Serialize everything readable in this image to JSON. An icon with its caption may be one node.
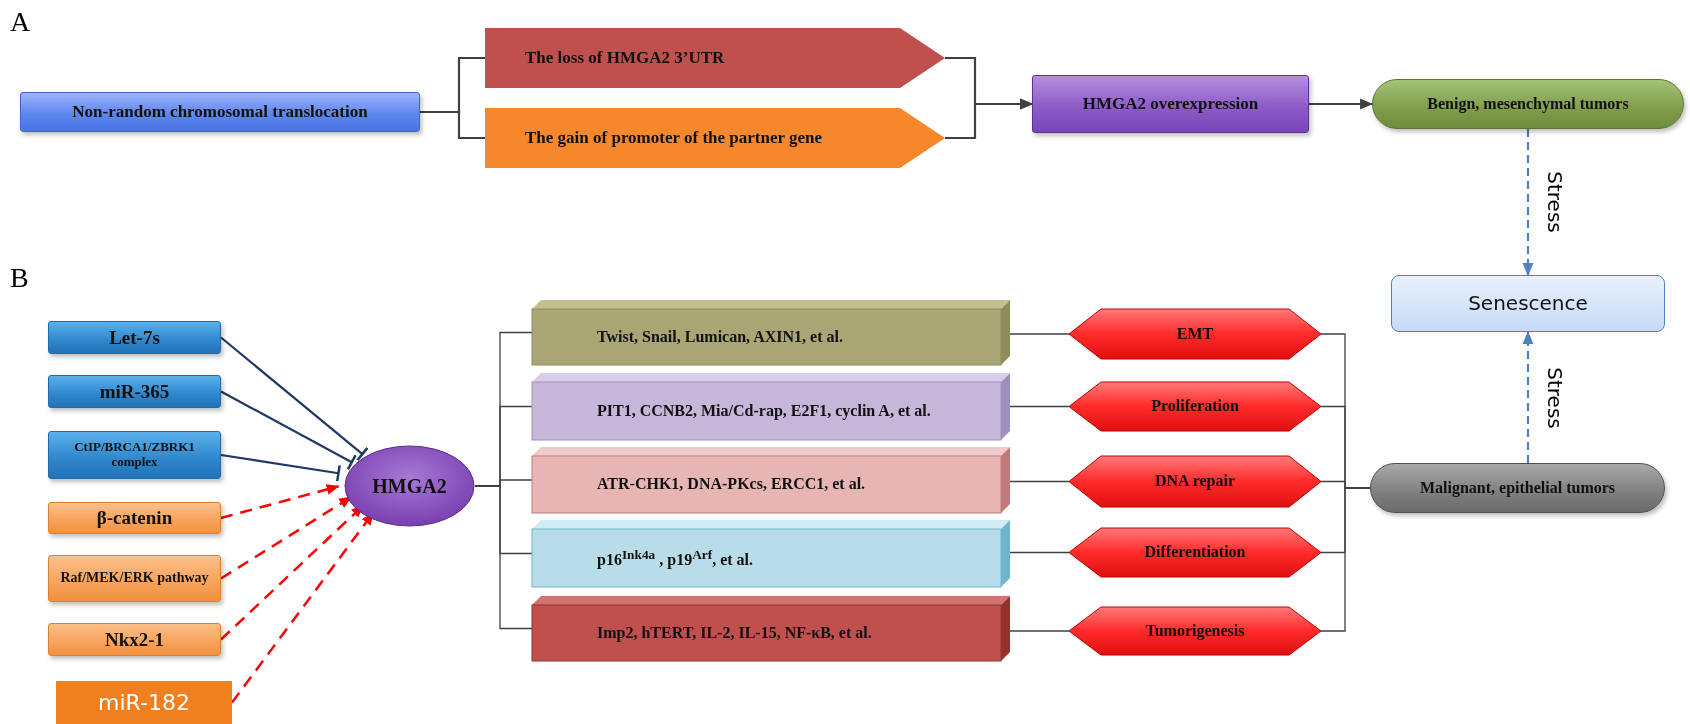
{
  "diagram": {
    "nodes": [
      {
        "text": [
          "Non-random chromosomal translocation"
        ]
      },
      {
        "text": [
          "The loss of HMGA2 3’UTR"
        ]
      },
      {
        "text": [
          "The gain of promoter of the partner gene"
        ]
      },
      {
        "text": [
          "HMGA2  overexpression"
        ]
      },
      {
        "text": [
          "Benign, mesenchymal tumors"
        ]
      },
      {
        "text": [
          "Senescence"
        ]
      },
      {
        "text": [
          "Let-7s"
        ]
      },
      {
        "text": [
          "miR-365"
        ]
      },
      {
        "text": [
          "CtIP/BRCA1/ZBRK1 complex"
        ]
      },
      {
        "text": [
          "β-catenin"
        ]
      },
      {
        "text": [
          "Raf/MEK/ERK pathway"
        ]
      },
      {
        "text": [
          "Nkx2-1"
        ]
      },
      {
        "text": [
          "miR-182"
        ]
      },
      {
        "text": [
          "HMGA2"
        ]
      },
      {
        "text": [
          "Twist, Snail, Lumican, AXIN1, et al."
        ]
      },
      {
        "text": [
          "PIT1, CCNB2, Mia/Cd-rap, E2F1, cyclin A, et al."
        ]
      },
      {
        "text": [
          "ATR-CHK1, DNA-PKcs, ERCC1, et al."
        ]
      },
      {
        "text": [
          "p16$^{Ink4a}$ , p19$^{Arf}$, et al."
        ]
      },
      {
        "text": [
          "Imp2, hTERT, IL-2, IL-15, NF-κB, et al."
        ]
      },
      {
        "text": [
          "EMT"
        ]
      },
      {
        "text": [
          "Proliferation"
        ]
      },
      {
        "text": [
          "DNA repair"
        ]
      },
      {
        "text": [
          "Differentiation"
        ]
      },
      {
        "text": [
          "Tumorigenesis"
        ]
      },
      {
        "text": [
          "Malignant, epithelial tumors"
        ]
      }
    ],
    "edges": [
      {
        "from": 0,
        "to": 1,
        "arrow": "none"
      },
      {
        "from": 0,
        "to": 2,
        "arrow": "none"
      },
      {
        "from": 1,
        "to": 3,
        "arrow": "to"
      },
      {
        "from": 2,
        "to": 3,
        "arrow": "to"
      },
      {
        "from": 3,
        "to": 4,
        "arrow": "to"
      },
      {
        "from": 4,
        "to": 5,
        "arrow": "to",
        "label": "Stress",
        "style": "dashed",
        "color": "#4f81bd"
      },
      {
        "from": 24,
        "to": 5,
        "arrow": "to",
        "label": "Stress",
        "style": "dashed",
        "color": "#4f81bd"
      },
      {
        "from": 6,
        "to": 13,
        "arrow": "other",
        "color": "#1f3864"
      },
      {
        "from": 7,
        "to": 13,
        "arrow": "other",
        "color": "#1f3864"
      },
      {
        "from": 8,
        "to": 13,
        "arrow": "other",
        "color": "#1f3864"
      },
      {
        "from": 9,
        "to": 13,
        "arrow": "to",
        "style": "dashed",
        "color": "#ff0000"
      },
      {
        "from": 10,
        "to": 13,
        "arrow": "to",
        "style": "dashed",
        "color": "#ff0000"
      },
      {
        "from": 11,
        "to": 13,
        "arrow": "to",
        "style": "dashed",
        "color": "#ff0000"
      },
      {
        "from": 12,
        "to": 13,
        "arrow": "to",
        "style": "dashed",
        "color": "#ff0000"
      },
      {
        "from": 13,
        "to": 14,
        "arrow": "none"
      },
      {
        "from": 13,
        "to": 15,
        "arrow": "none"
      },
      {
        "from": 13,
        "to": 16,
        "arrow": "none"
      },
      {
        "from": 13,
        "to": 17,
        "arrow": "none"
      },
      {
        "from": 13,
        "to": 18,
        "arrow": "none"
      },
      {
        "from": 14,
        "to": 19,
        "arrow": "none"
      },
      {
        "from": 15,
        "to": 20,
        "arrow": "none"
      },
      {
        "from": 16,
        "to": 21,
        "arrow": "none"
      },
      {
        "from": 17,
        "to": 22,
        "arrow": "none"
      },
      {
        "from": 18,
        "to": 23,
        "arrow": "none"
      },
      {
        "from": 19,
        "to": 24,
        "arrow": "none"
      },
      {
        "from": 20,
        "to": 24,
        "arrow": "none"
      },
      {
        "from": 21,
        "to": 24,
        "arrow": "none"
      },
      {
        "from": 22,
        "to": 24,
        "arrow": "none"
      },
      {
        "from": 23,
        "to": 24,
        "arrow": "none"
      }
    ],
    "labels": [
      "A",
      "B"
    ]
  }
}
